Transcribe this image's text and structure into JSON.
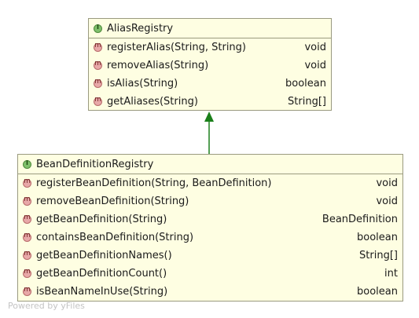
{
  "colors": {
    "box_fill": "#fefee2",
    "box_border": "#9a9a80",
    "arrow": "#1a7f1a",
    "interface_badge": "#7fc06c",
    "method_badge": "#e8a8a8"
  },
  "alias_registry": {
    "name": "AliasRegistry",
    "header_icon": "interface-icon",
    "methods": [
      {
        "name": "registerAlias(String, String)",
        "type": "void",
        "icon": "method-icon"
      },
      {
        "name": "removeAlias(String)",
        "type": "void",
        "icon": "method-icon"
      },
      {
        "name": "isAlias(String)",
        "type": "boolean",
        "icon": "method-icon"
      },
      {
        "name": "getAliases(String)",
        "type": "String[]",
        "icon": "method-icon"
      }
    ]
  },
  "bean_definition_registry": {
    "name": "BeanDefinitionRegistry",
    "header_icon": "interface-icon",
    "methods": [
      {
        "name": "registerBeanDefinition(String, BeanDefinition)",
        "type": "void",
        "icon": "method-icon"
      },
      {
        "name": "removeBeanDefinition(String)",
        "type": "void",
        "icon": "method-icon"
      },
      {
        "name": "getBeanDefinition(String)",
        "type": "BeanDefinition",
        "icon": "method-icon"
      },
      {
        "name": "containsBeanDefinition(String)",
        "type": "boolean",
        "icon": "method-icon"
      },
      {
        "name": "getBeanDefinitionNames()",
        "type": "String[]",
        "icon": "method-icon"
      },
      {
        "name": "getBeanDefinitionCount()",
        "type": "int",
        "icon": "method-icon"
      },
      {
        "name": "isBeanNameInUse(String)",
        "type": "boolean",
        "icon": "method-icon"
      }
    ]
  },
  "relation": {
    "from": "BeanDefinitionRegistry",
    "to": "AliasRegistry",
    "kind": "extends"
  },
  "watermark": "Powered by yFiles"
}
